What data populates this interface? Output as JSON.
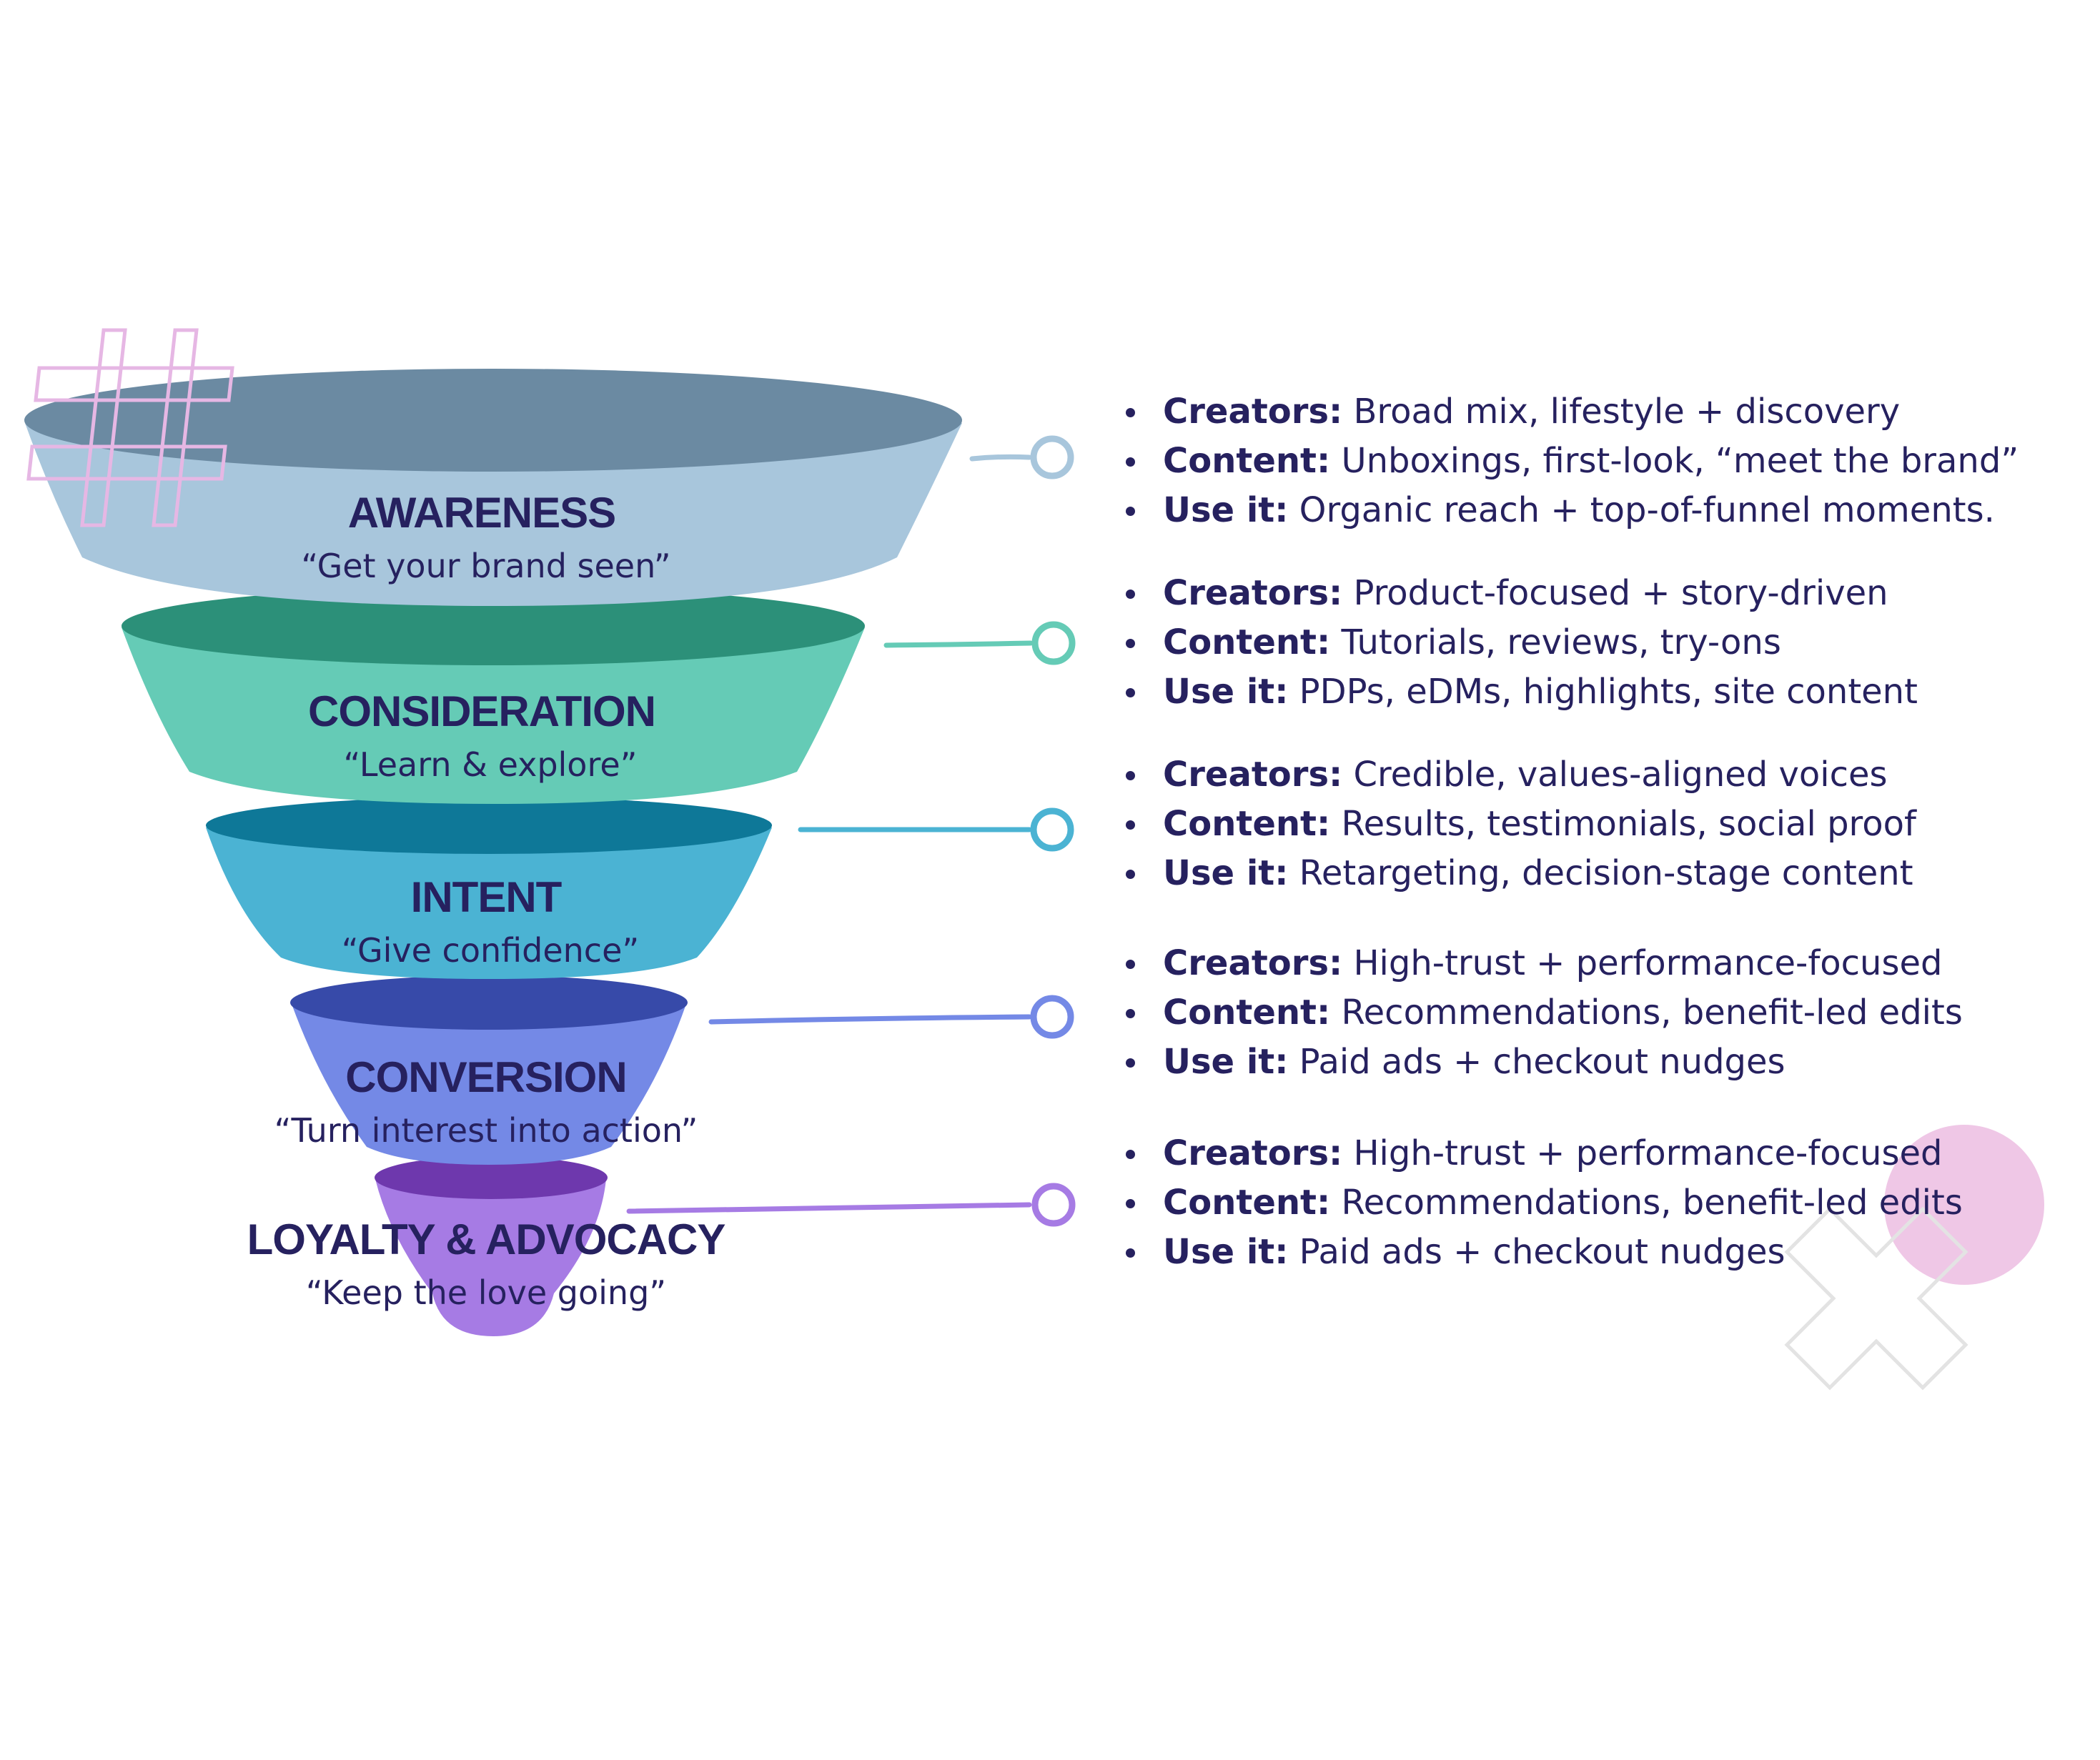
{
  "stages": [
    {
      "title": "AWARENESS",
      "subtitle": "“Get your brand seen”",
      "color": "#a8c6dc",
      "top_color": "#6b8aa2",
      "connector_color": "#a8c6dc",
      "bullets": [
        {
          "label": "Creators:",
          "text": " Broad mix, lifestyle + discovery"
        },
        {
          "label": "Content:",
          "text": " Unboxings, first-look, “meet the brand”"
        },
        {
          "label": "Use it:",
          "text": " Organic reach + top-of-funnel moments."
        }
      ]
    },
    {
      "title": "CONSIDERATION",
      "subtitle": "“Learn & explore”",
      "color": "#65cbb6",
      "top_color": "#2c9079",
      "connector_color": "#65cbb6",
      "bullets": [
        {
          "label": "Creators:",
          "text": " Product-focused + story-driven"
        },
        {
          "label": "Content:",
          "text": " Tutorials, reviews, try-ons"
        },
        {
          "label": "Use it:",
          "text": " PDPs, eDMs, highlights, site content"
        }
      ]
    },
    {
      "title": "INTENT",
      "subtitle": "“Give confidence”",
      "color": "#4bb3d3",
      "top_color": "#0e7898",
      "connector_color": "#4bb3d3",
      "bullets": [
        {
          "label": "Creators:",
          "text": " Credible, values-aligned voices"
        },
        {
          "label": "Content:",
          "text": " Results, testimonials, social proof"
        },
        {
          "label": "Use it:",
          "text": " Retargeting, decision-stage content"
        }
      ]
    },
    {
      "title": "CONVERSION",
      "subtitle": "“Turn interest into action”",
      "color": "#7489e6",
      "top_color": "#374aa9",
      "connector_color": "#7489e6",
      "bullets": [
        {
          "label": "Creators:",
          "text": " High-trust + performance-focused"
        },
        {
          "label": "Content:",
          "text": " Recommendations, benefit-led edits"
        },
        {
          "label": "Use it:",
          "text": " Paid ads + checkout nudges"
        }
      ]
    },
    {
      "title": "LOYALTY & ADVOCACY",
      "subtitle": "“Keep the love going”",
      "color": "#a67be4",
      "top_color": "#6e38ad",
      "connector_color": "#a67be4",
      "bullets": [
        {
          "label": "Creators:",
          "text": " High-trust + performance-focused"
        },
        {
          "label": "Content:",
          "text": " Recommendations, benefit-led edits"
        },
        {
          "label": "Use it:",
          "text": " Paid ads + checkout nudges"
        }
      ]
    }
  ],
  "decorations": {
    "hashtag_icon": "hashtag-outline-icon",
    "hashtag_color": "#e6b7e4",
    "circle_color": "#efc7e6",
    "cross_icon": "cross-outline-icon",
    "cross_color": "#e6e6e6"
  }
}
